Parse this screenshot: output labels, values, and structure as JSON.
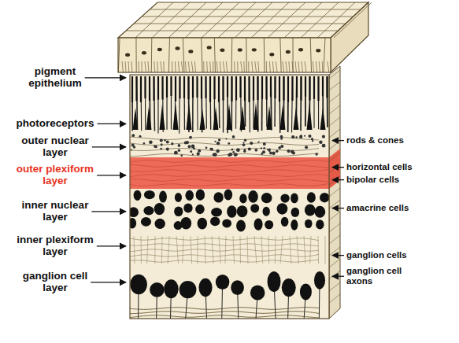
{
  "diagram": {
    "labels": [
      "pigment epithelium",
      "photoreceptors",
      "outer nuclear layer",
      "outer plexiform layer",
      "inner nuclear layer",
      "inner plexiform layer",
      "ganglion cell layer",
      "rods & cones",
      "horizontal cells",
      "bipolar cells",
      "amacrine cells",
      "ganglion cells",
      "ganglion cell axons"
    ]
  }
}
